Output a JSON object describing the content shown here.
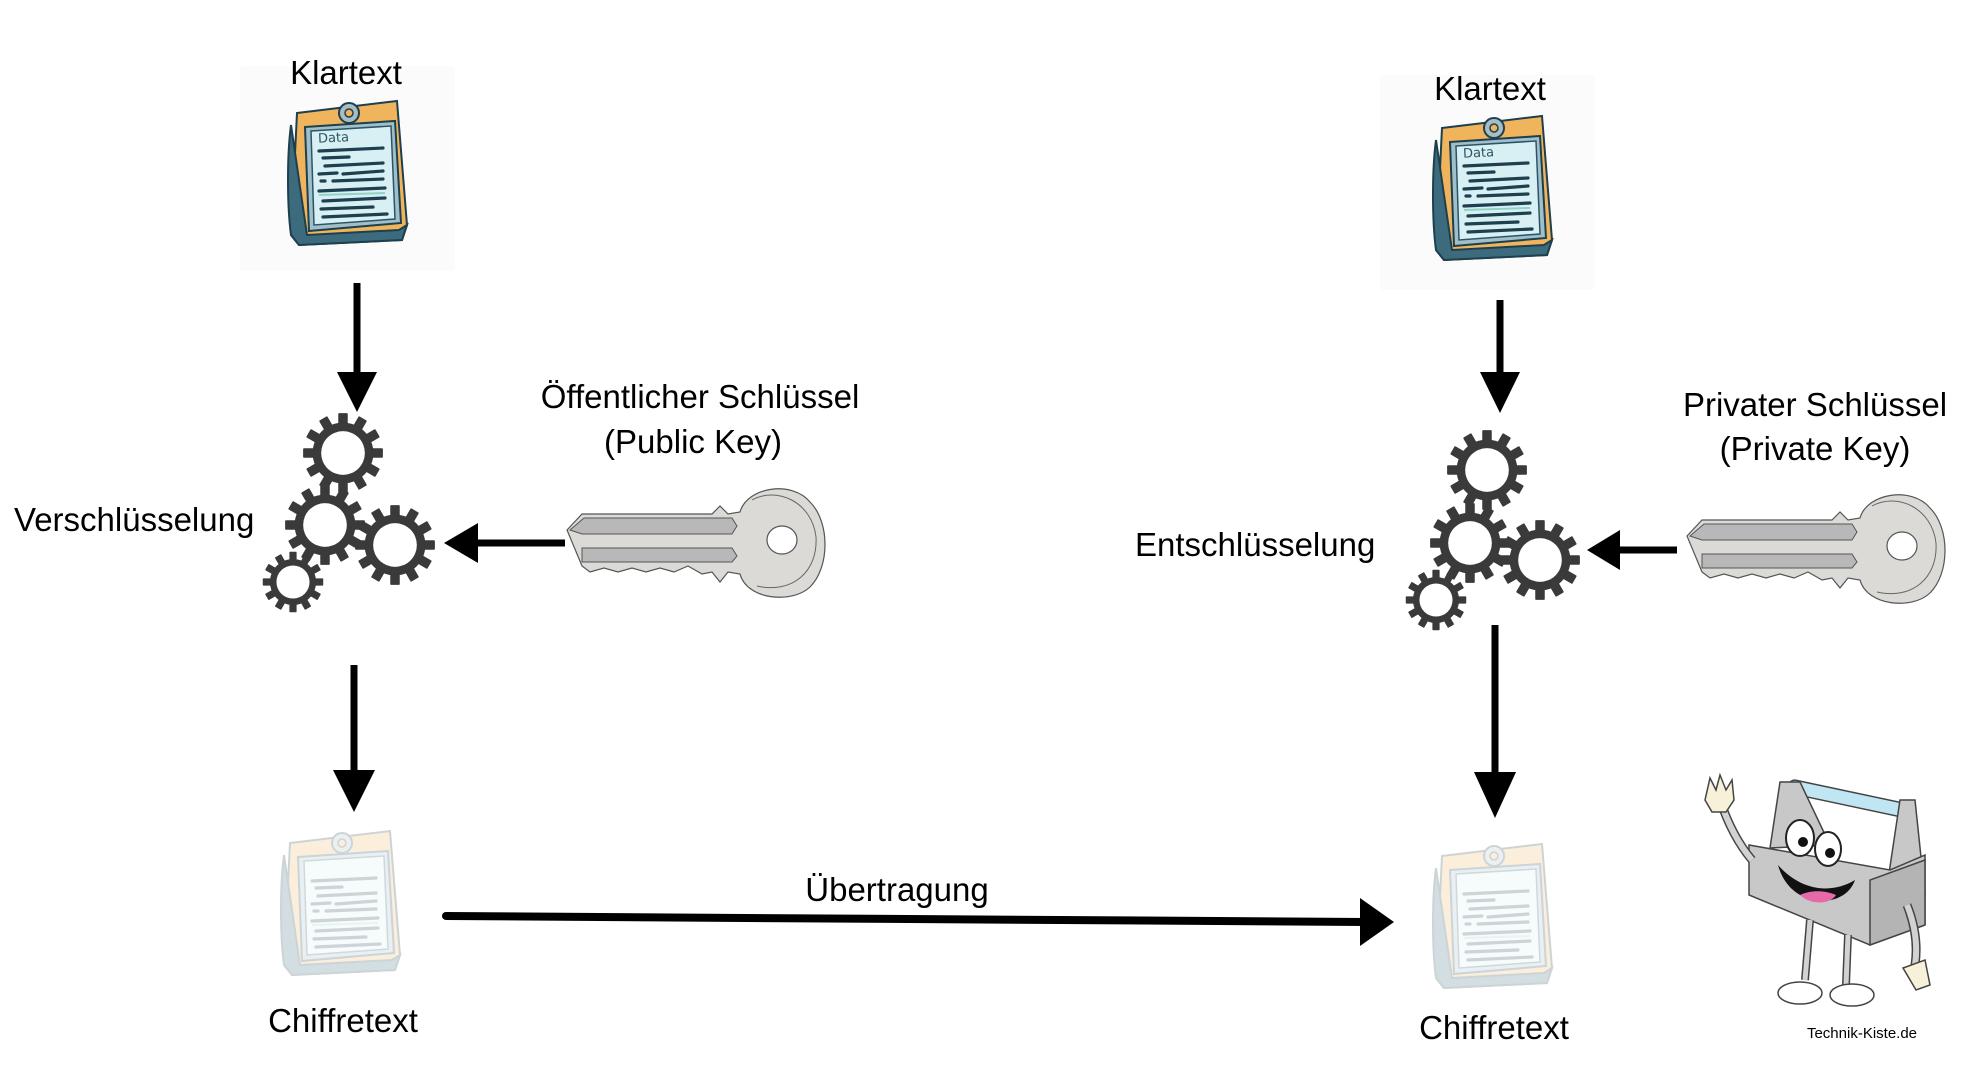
{
  "encryption": {
    "plaintext_label": "Klartext",
    "process_label": "Verschlüsselung",
    "key_label_line1": "Öffentlicher Schlüssel",
    "key_label_line2": "(Public Key)",
    "ciphertext_label": "Chiffretext",
    "doc_heading": "Data"
  },
  "transmission": {
    "label": "Übertragung"
  },
  "decryption": {
    "plaintext_label": "Klartext",
    "process_label": "Entschlüsselung",
    "key_label_line1": "Privater Schlüssel",
    "key_label_line2": "(Private Key)",
    "ciphertext_label": "Chiffretext",
    "doc_heading": "Data"
  },
  "branding": {
    "site": "Technik-Kiste.de"
  },
  "colors": {
    "gear": "#3a3a3a",
    "arrow": "#000000",
    "key_fill": "#dcdad7",
    "key_blade": "#b8b8b8",
    "doc_blue": "#3d6b7e",
    "doc_paper": "#d8f0f4",
    "doc_tab": "#f0b45c"
  }
}
